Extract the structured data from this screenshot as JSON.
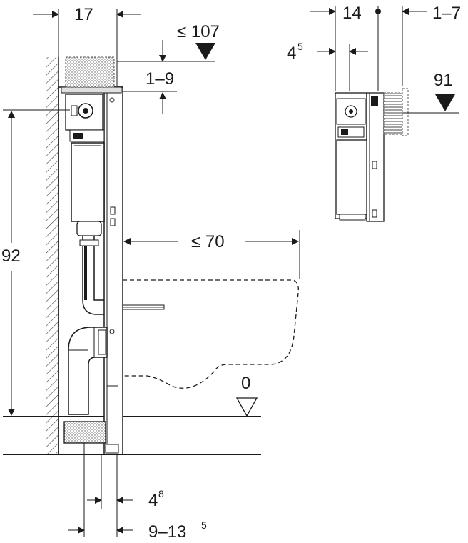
{
  "side_view": {
    "dimensions": {
      "frame_depth": "17",
      "top_above_frame": "≤ 107",
      "top_adjust": "1–9",
      "height_to_flush": "92",
      "bowl_projection": "≤ 70",
      "floor_level": "0",
      "bottom_small": "4",
      "bottom_small_sup": "8",
      "bottom_range": "9–13",
      "bottom_range_sup": "5"
    }
  },
  "front_view": {
    "dimensions": {
      "width": "14",
      "right_adjust": "1–7",
      "left_offset": "4",
      "left_offset_sup": "5",
      "height_mark": "91"
    }
  },
  "colors": {
    "line": "#1a1a1a",
    "hatch": "#444444",
    "fill_light": "#f4f4f4",
    "fill_mid": "#d8d8d8"
  }
}
